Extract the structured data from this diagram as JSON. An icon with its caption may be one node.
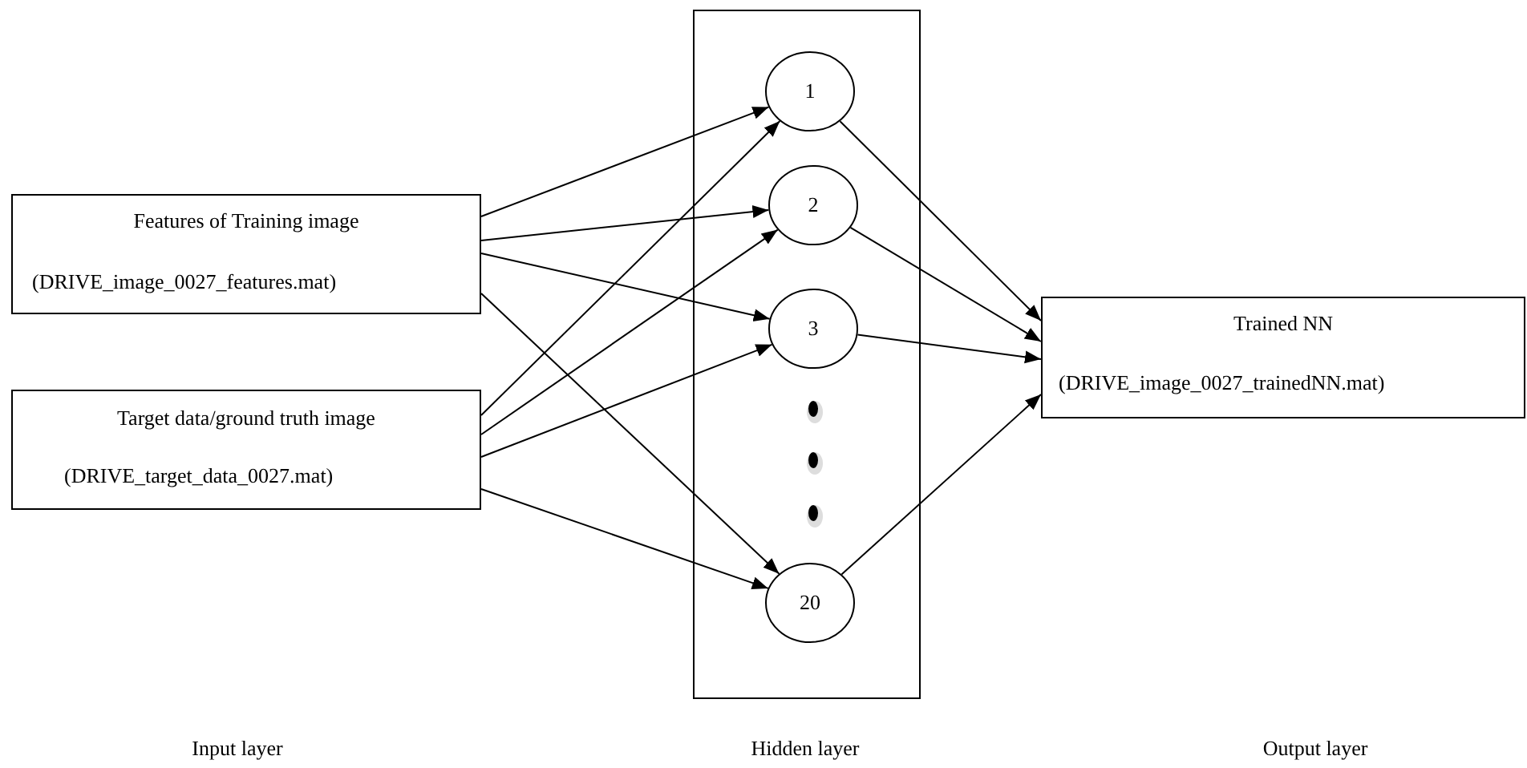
{
  "diagram": {
    "nodes": [
      {
        "text": [
          "Features of Training image",
          "(DRIVE_image_0027_features.mat)"
        ]
      },
      {
        "text": [
          "Target data/ground truth image",
          "(DRIVE_target_data_0027.mat)"
        ]
      },
      {
        "text": [],
        "shape": "box"
      },
      {
        "text": [
          "1"
        ],
        "in": 2
      },
      {
        "text": [
          "2"
        ],
        "in": 2
      },
      {
        "text": [
          "3"
        ],
        "in": 2
      },
      {
        "text": [
          "20"
        ],
        "in": 2
      },
      {
        "text": [
          "Trained NN",
          "(DRIVE_image_0027_trainedNN.mat)"
        ]
      }
    ],
    "edges": [
      {
        "from": 0,
        "to": 3,
        "arrow": "to"
      },
      {
        "from": 0,
        "to": 4,
        "arrow": "to"
      },
      {
        "from": 0,
        "to": 5,
        "arrow": "to"
      },
      {
        "from": 0,
        "to": 6,
        "arrow": "to"
      },
      {
        "from": 1,
        "to": 3,
        "arrow": "to"
      },
      {
        "from": 1,
        "to": 4,
        "arrow": "to"
      },
      {
        "from": 1,
        "to": 5,
        "arrow": "to"
      },
      {
        "from": 1,
        "to": 6,
        "arrow": "to"
      },
      {
        "from": 3,
        "to": 7,
        "arrow": "to"
      },
      {
        "from": 4,
        "to": 7,
        "arrow": "to"
      },
      {
        "from": 5,
        "to": 7,
        "arrow": "to"
      },
      {
        "from": 6,
        "to": 7,
        "arrow": "to"
      }
    ],
    "labels": [
      "Input layer",
      "Hidden layer",
      "Output layer"
    ]
  }
}
